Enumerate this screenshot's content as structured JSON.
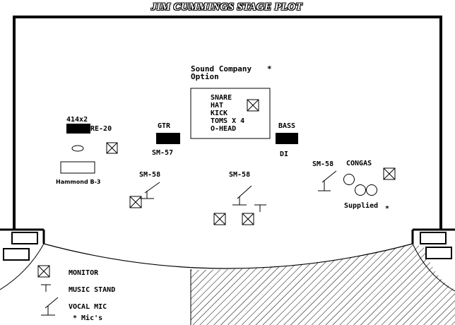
{
  "title": "JIM CUMMINGS  STAGE PLOT",
  "sound_company": {
    "line1": "Sound Company",
    "star": "*",
    "line2": "Option"
  },
  "drums": {
    "items": [
      "SNARE",
      "HAT",
      "KICK",
      "TOMS X 4",
      "O-HEAD"
    ]
  },
  "keys": {
    "mic_label": "414x2",
    "re20_label": "RE-20",
    "instrument": "Hammond B-3"
  },
  "guitar": {
    "label": "GTR",
    "mic": "SM-57"
  },
  "bass": {
    "label": "BASS",
    "di": "DI"
  },
  "vocal_mics": [
    "SM-58",
    "SM-58",
    "SM-58"
  ],
  "congas": {
    "label": "CONGAS",
    "supplied": "Supplied",
    "star": "*"
  },
  "legend": {
    "monitor": "MONITOR",
    "music_stand": "MUSIC STAND",
    "vocal_mic": "VOCAL MIC",
    "mics_note": "* Mic's"
  }
}
